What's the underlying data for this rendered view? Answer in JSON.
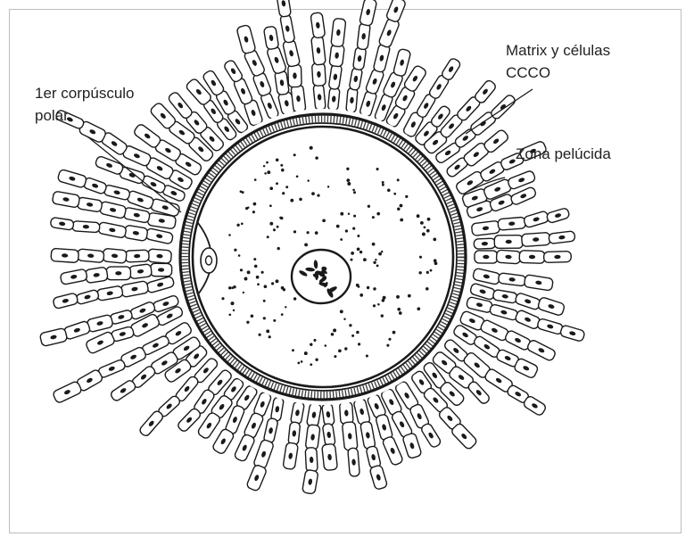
{
  "labels": {
    "polar_body": {
      "line1": "1er corpúsculo",
      "line2": "polar"
    },
    "matrix": {
      "line1": "Matrix y células",
      "line2": "CCCO"
    },
    "zona": {
      "line1": "Zona pelúcida"
    }
  },
  "colors": {
    "ink": "#1a1a1a",
    "background": "#ffffff",
    "frame": "#bdbdbd"
  }
}
